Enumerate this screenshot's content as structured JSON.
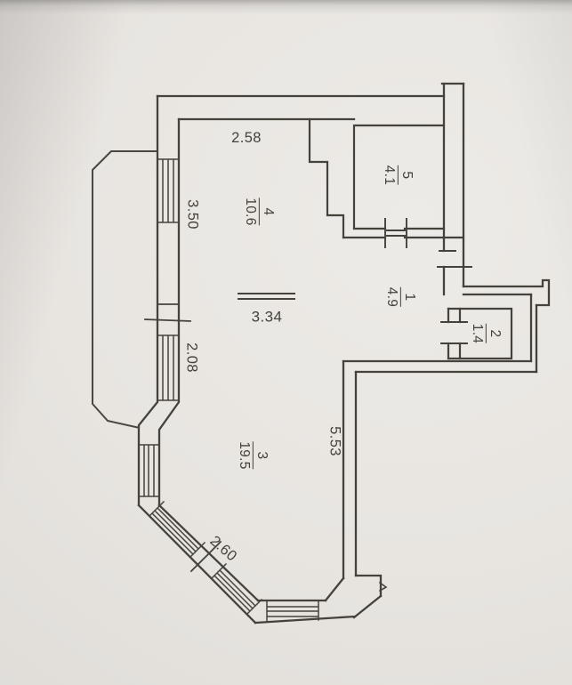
{
  "photo": {
    "description": "Photographed sheet with apartment floor plan drawing"
  },
  "rooms": [
    {
      "number": "1",
      "area": "4.9"
    },
    {
      "number": "2",
      "area": "1.4"
    },
    {
      "number": "3",
      "area": "19.5"
    },
    {
      "number": "4",
      "area": "10.6"
    },
    {
      "number": "5",
      "area": "4.1"
    }
  ],
  "dimensions": {
    "top_width": "2.58",
    "left_upper": "3.50",
    "left_lower": "2.08",
    "ceiling_height": "3.34",
    "right_wall": "5.53",
    "diagonal": "2.60"
  },
  "colors": {
    "paper": "#e8e5e1",
    "ink": "#45423c"
  }
}
